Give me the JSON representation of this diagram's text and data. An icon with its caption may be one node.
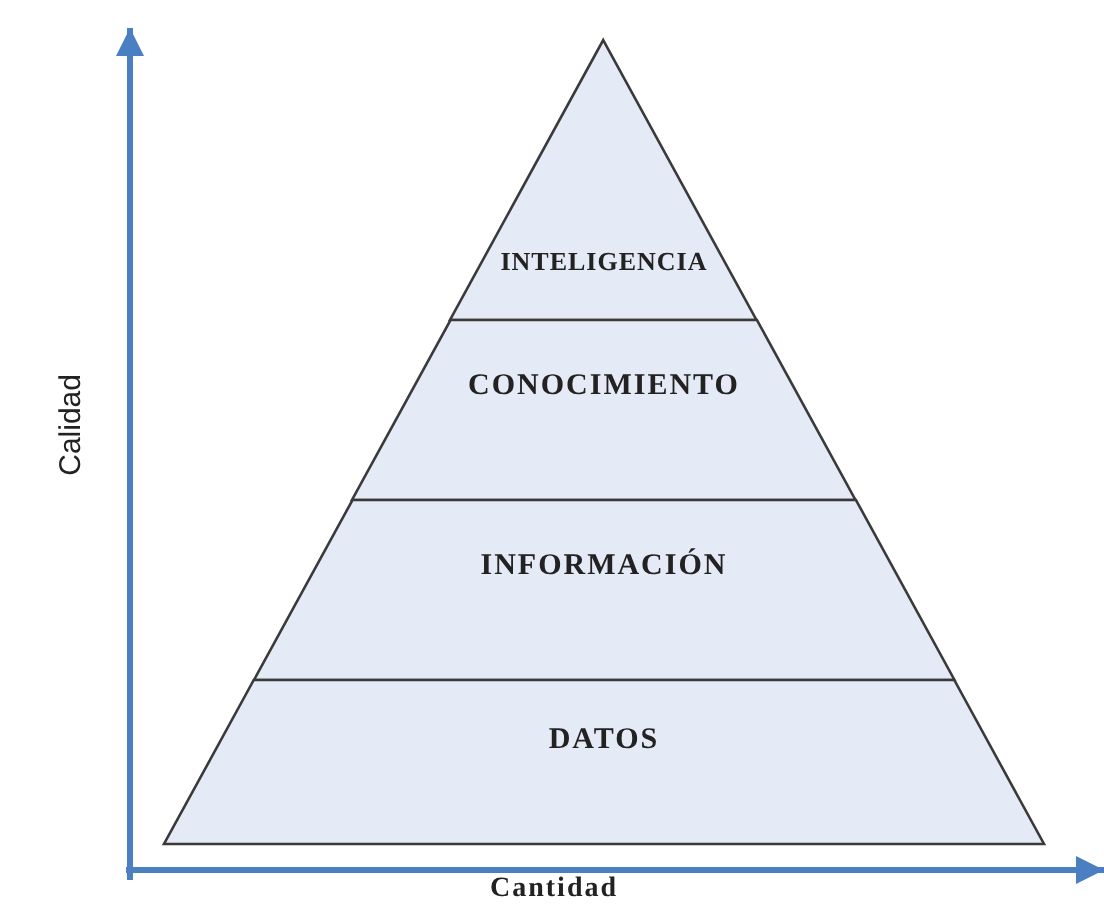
{
  "diagram": {
    "nodes": [
      {
        "text": [
          "INTELIGENCIA"
        ]
      },
      {
        "text": [
          "CONOCIMIENTO"
        ]
      },
      {
        "text": [
          "INFORMACIÓN"
        ]
      },
      {
        "text": [
          "DATOS"
        ]
      }
    ],
    "labels": [
      "Calidad",
      "Cantidad"
    ]
  }
}
